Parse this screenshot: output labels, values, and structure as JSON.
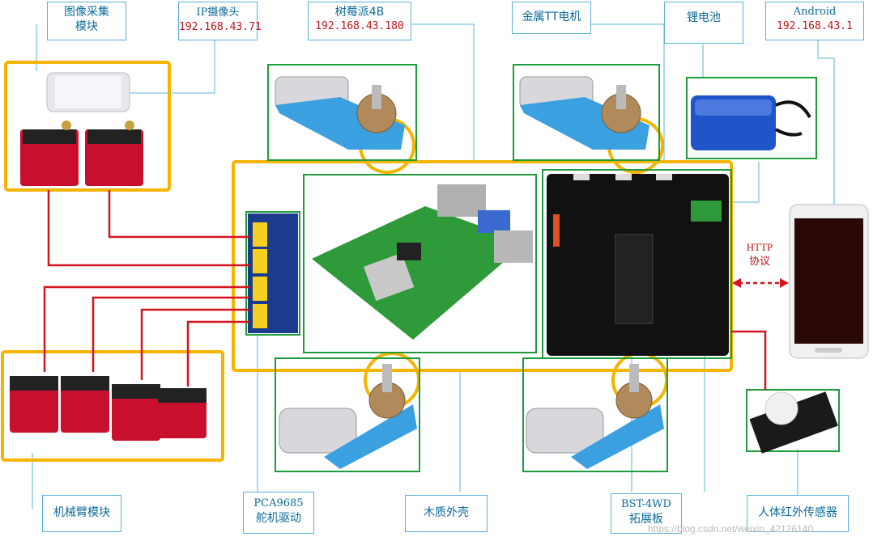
{
  "labels": {
    "image_module": {
      "line1": "图像采集",
      "line2": "模块"
    },
    "ip_camera": {
      "title": "IP摄像头",
      "ip": "192.168.43.71"
    },
    "raspberry": {
      "title": "树莓派4B",
      "ip": "192.168.43.180"
    },
    "tt_motor": {
      "title": "金属TT电机"
    },
    "battery": {
      "title": "锂电池"
    },
    "android": {
      "title": "Android",
      "ip": "192.168.43.1"
    },
    "arm_module": {
      "title": "机械臂模块"
    },
    "pca": {
      "line1": "PCA9685",
      "line2": "舵机驱动"
    },
    "wood_shell": {
      "title": "木质外壳"
    },
    "bst": {
      "line1": "BST-4WD",
      "line2": "拓展板"
    },
    "pir": {
      "title": "人体红外传感器"
    }
  },
  "http": {
    "line1": "HTTP",
    "line2": "协议"
  },
  "watermark": "https://blog.csdn.net/weixin_42126140",
  "colors": {
    "yellow": "#f4b400",
    "green": "#1e9b3c",
    "red": "#d4141c",
    "label_border": "#5ab0d8",
    "servo": "#c8102e",
    "blue": "#3aa0e0"
  }
}
